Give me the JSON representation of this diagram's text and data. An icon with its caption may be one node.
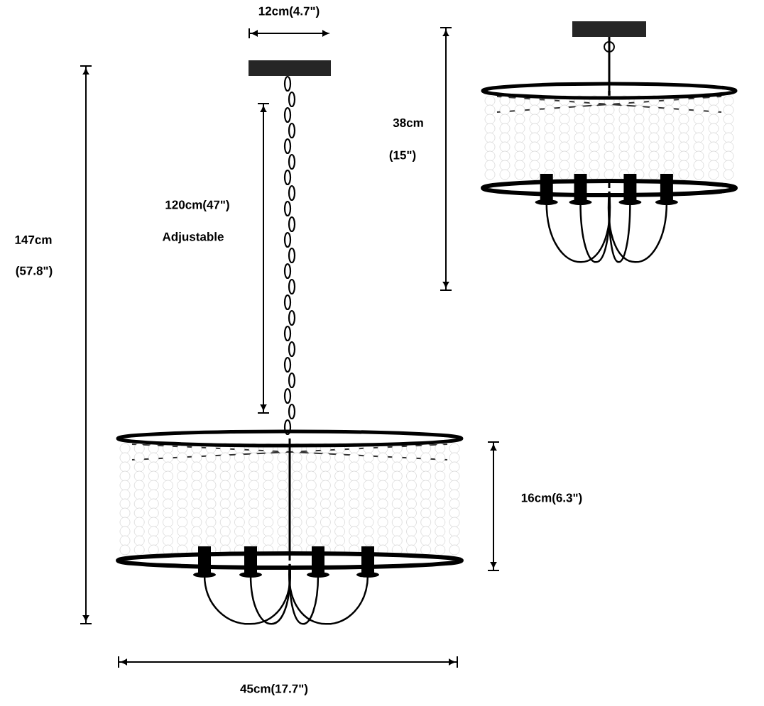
{
  "diagram": {
    "labels": [
      "12cm(4.7\")",
      "38cm",
      "(15\")",
      "120cm(47\")",
      "Adjustable",
      "147cm",
      "(57.8\")",
      "16cm(6.3\")",
      "45cm(17.7\")"
    ]
  }
}
